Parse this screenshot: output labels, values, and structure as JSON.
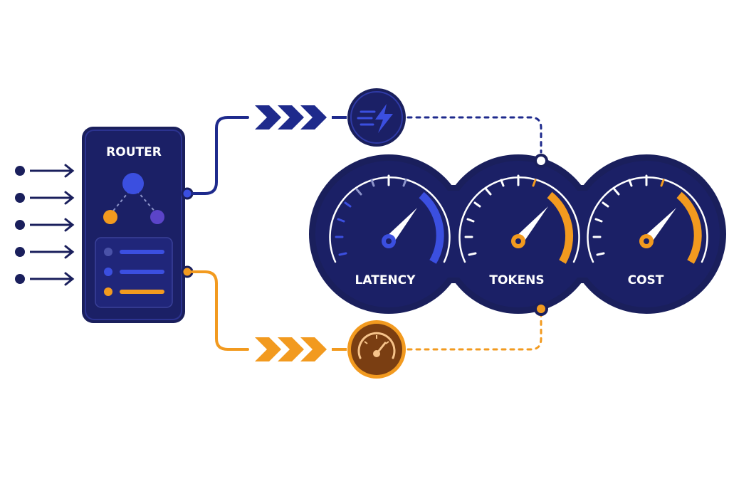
{
  "router": {
    "title": "ROUTER",
    "input_count": 5
  },
  "paths": {
    "fast": {
      "icon": "lightning-speed-icon",
      "color": "#1e2a8c"
    },
    "slow": {
      "icon": "speedometer-icon",
      "color": "#f29a1f"
    }
  },
  "gauges": [
    {
      "label": "LATENCY",
      "accent": "#3b4fe0",
      "hub": "blue"
    },
    {
      "label": "TOKENS",
      "accent": "#f29a1f",
      "hub": "orange"
    },
    {
      "label": "COST",
      "accent": "#f29a1f",
      "hub": "orange"
    }
  ],
  "colors": {
    "navy": "#1a1f5c",
    "panel": "#1b2066",
    "blue": "#3b4fe0",
    "orange": "#f29a1f",
    "purple": "#5b44c9",
    "brown": "#7a3e12"
  }
}
